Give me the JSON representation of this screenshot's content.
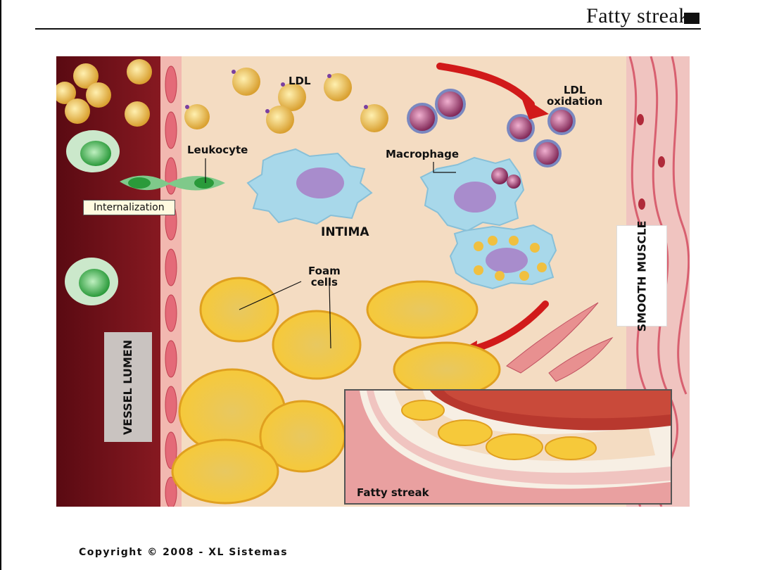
{
  "header": {
    "title": "Fatty streaks"
  },
  "figure": {
    "labels": {
      "ldl": "LDL",
      "ldl_oxidation": "LDL\noxidation",
      "leukocyte": "Leukocyte",
      "internalization": "Internalization",
      "macrophage": "Macrophage",
      "intima": "INTIMA",
      "foam_cells": "Foam\ncells",
      "vessel_lumen": "VESSEL LUMEN",
      "smooth_muscle": "SMOOTH MUSCLE"
    },
    "inset": {
      "label": "Fatty streak"
    },
    "colors": {
      "lumen": "#6e1018",
      "intima": "#f4dcc2",
      "ldl": "#e8b84a",
      "oxidized_ldl": "#9b3c6b",
      "macrophage": "#a8d8ea",
      "foam_cell": "#f0c040",
      "leukocyte": "#2fa344",
      "arrow": "#d11a1a",
      "smooth_muscle": "#e89090"
    }
  },
  "footer": {
    "copyright": "Copyright © 2008 - XL Sistemas"
  }
}
